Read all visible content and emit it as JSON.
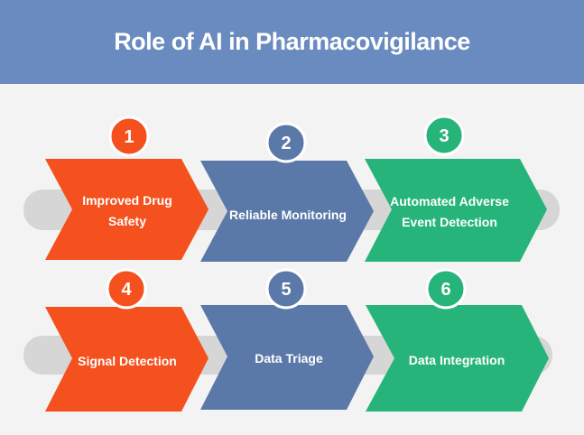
{
  "title": "Role of AI in Pharmacovigilance",
  "colors": {
    "header": "#6a8bbf",
    "orange": "#f4511e",
    "blue": "#5b79a8",
    "green": "#27b47a",
    "track": "#d6d6d6"
  },
  "steps": [
    {
      "number": "1",
      "line1": "Improved Drug",
      "line2": "Safety",
      "color": "orange"
    },
    {
      "number": "2",
      "line1": "Reliable Monitoring",
      "line2": "",
      "color": "blue"
    },
    {
      "number": "3",
      "line1": "Automated Adverse",
      "line2": "Event Detection",
      "color": "green"
    },
    {
      "number": "4",
      "line1": "Signal Detection",
      "line2": "",
      "color": "orange"
    },
    {
      "number": "5",
      "line1": "Data Triage",
      "line2": "",
      "color": "blue"
    },
    {
      "number": "6",
      "line1": "Data Integration",
      "line2": "",
      "color": "green"
    }
  ]
}
